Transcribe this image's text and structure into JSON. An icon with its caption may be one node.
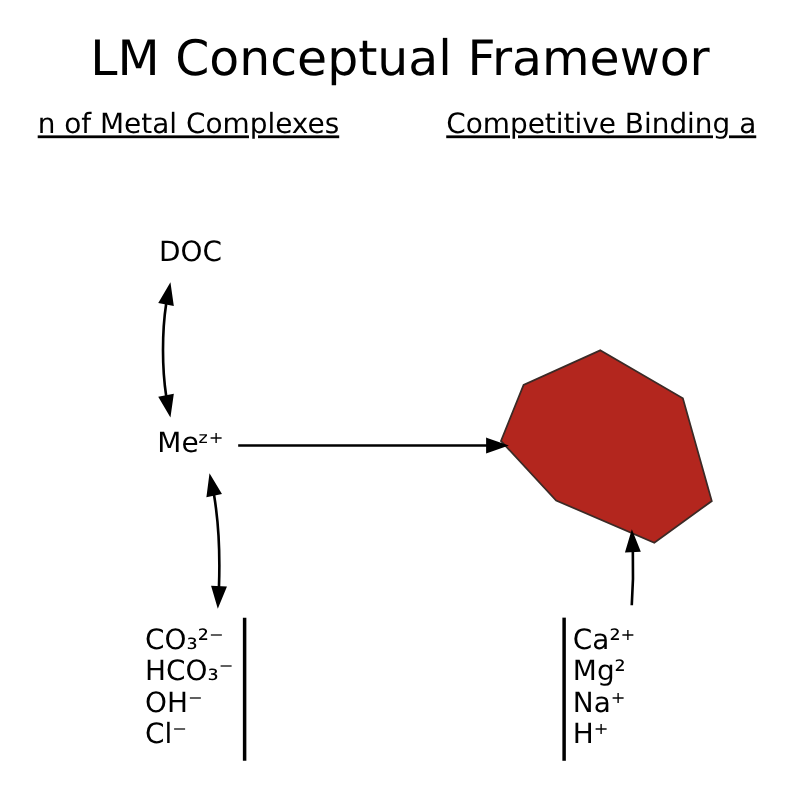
{
  "diagram": {
    "title": "LM Conceptual Framewor",
    "nodes": [
      {
        "text": [
          "DOC"
        ]
      },
      {
        "text": [
          "Meᶻ⁺"
        ]
      },
      {
        "text": [
          "CO₃²⁻",
          "HCO₃⁻",
          "OH⁻",
          "Cl⁻"
        ]
      },
      {
        "text": [],
        "shape": "fish"
      },
      {
        "text": [
          "Ca²⁺",
          "Mg²",
          "Na⁺",
          "H⁺"
        ]
      }
    ],
    "edges": [
      {
        "from": 0,
        "to": 1,
        "arrow": "both"
      },
      {
        "from": 2,
        "to": 1,
        "arrow": "both"
      },
      {
        "from": 1,
        "to": 3,
        "arrow": "to"
      },
      {
        "from": 4,
        "to": 3,
        "arrow": "to"
      }
    ],
    "labels": [
      "n of Metal Complexes",
      "Competitive Binding a"
    ]
  }
}
